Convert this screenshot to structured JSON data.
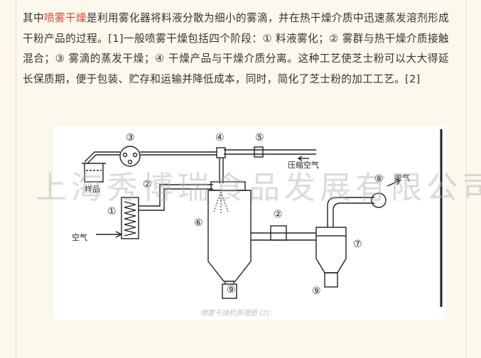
{
  "article": {
    "prefix": "其中",
    "highlight": "喷雾干燥",
    "body": "是利用雾化器将料液分散为细小的雾滴，并在热干燥介质中迅速蒸发溶剂形成干粉产品的过程。[1]一般喷雾干燥包括四个阶段：① 料液雾化；② 雾群与热干燥介质接触混合；③ 雾滴的蒸发干燥；④ 干燥产品与干燥介质分离。这种工艺使芝士粉可以大大得延长保质期，便于包装、贮存和运输并降低成本，同时，简化了芝士粉的加工工艺。[2]"
  },
  "figure": {
    "labels": {
      "compressed_air": "压缩空气",
      "sample": "样品",
      "air": "空气",
      "exhaust": "废气"
    },
    "numbers": [
      "③",
      "④",
      "⑤",
      "②",
      "①",
      "⑥",
      "②",
      "⑦",
      "⑧",
      "⑨",
      "⑨"
    ],
    "caption": "喷雾干燥机原理图 [2]",
    "watermark": "上海秀博瑞食品发展有限公司"
  },
  "colors": {
    "highlight": "#d4452f",
    "text": "#333333",
    "background": "#fdf8ec"
  }
}
